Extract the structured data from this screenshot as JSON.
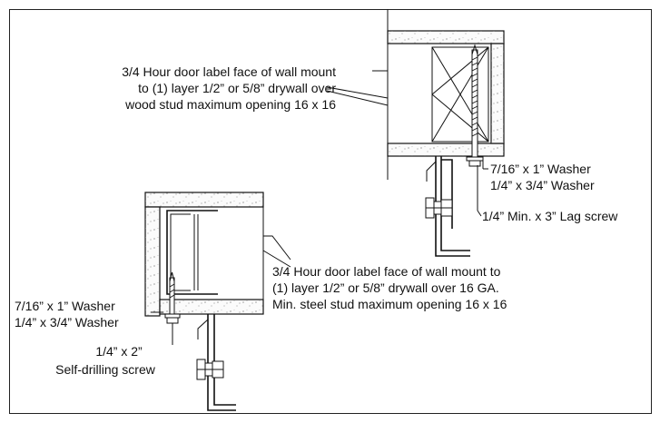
{
  "upper_detail": {
    "callout": [
      "3/4 Hour door label face of wall mount",
      "to (1) layer 1/2” or 5/8” drywall over",
      "wood stud maximum opening 16 x 16"
    ],
    "washer_large": "7/16” x 1” Washer",
    "washer_small": "1/4” x 3/4” Washer",
    "screw": "1/4” Min. x 3” Lag screw"
  },
  "lower_detail": {
    "callout": [
      "3/4 Hour door label face of wall mount to",
      "(1) layer 1/2” or 5/8” drywall over 16 GA.",
      "Min. steel stud maximum opening 16 x 16"
    ],
    "washer_large": "7/16” x 1” Washer",
    "washer_small": "1/4” x 3/4” Washer",
    "screw_line1": "1/4” x 2”",
    "screw_line2": "Self-drilling screw"
  }
}
